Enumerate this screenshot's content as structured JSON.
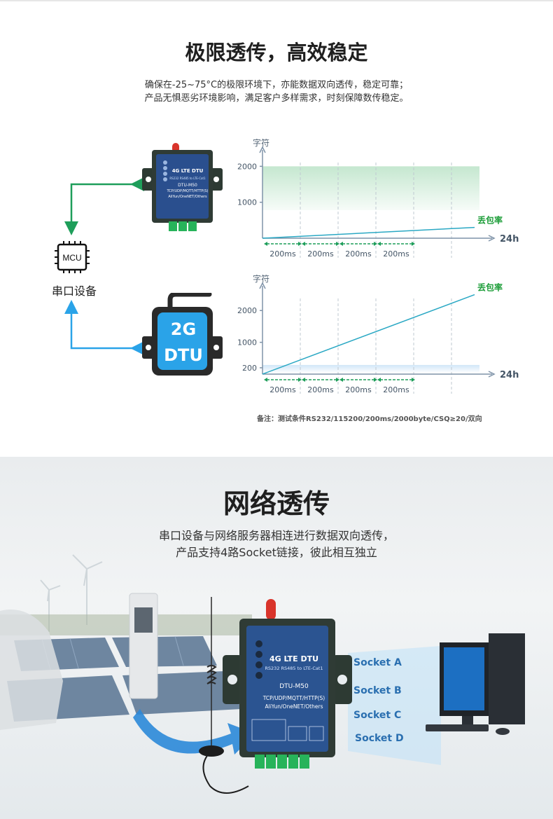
{
  "section1": {
    "title": "极限透传，高效稳定",
    "desc_line1": "确保在-25~75°C的极限环境下，亦能数据双向透传，稳定可靠；",
    "desc_line2": "产品无惧恶劣环境影响，满足客户多样需求，时刻保障数传稳定。",
    "mcu_label": "MCU",
    "serial_device_label": "串口设备",
    "dtu4g": {
      "title": "4G LTE DTU",
      "subtitle": "RS232 RS485 to LTE-Cat1",
      "model": "DTU-M50",
      "protocols": "TCP/UDP/MQTT/HTTP(S)",
      "clouds": "AliYun/OneNET/Others"
    },
    "dtu2g": {
      "line1": "2G",
      "line2": "DTU"
    },
    "note": "备注：测试条件RS232/115200/200ms/2000byte/CSQ≥20/双向"
  },
  "chart_data": [
    {
      "type": "line",
      "ylabel": "字符",
      "xlabel": "24h",
      "y_ticks": [
        "2000",
        "1000"
      ],
      "x_intervals": [
        "200ms",
        "200ms",
        "200ms",
        "200ms"
      ],
      "series": [
        {
          "name": "丢包率",
          "color": "#2aa8c4",
          "x": [
            0,
            24
          ],
          "y": [
            0,
            300
          ]
        }
      ],
      "band": {
        "color": "#2faa55",
        "ymax": 2000
      },
      "ylim": [
        0,
        2300
      ]
    },
    {
      "type": "line",
      "ylabel": "字符",
      "xlabel": "24h",
      "y_ticks": [
        "2000",
        "1000",
        "200"
      ],
      "x_intervals": [
        "200ms",
        "200ms",
        "200ms",
        "200ms"
      ],
      "series": [
        {
          "name": "丢包率",
          "color": "#2aa8c4",
          "x": [
            0,
            24
          ],
          "y": [
            0,
            2500
          ]
        }
      ],
      "band": {
        "color": "#5aa9e6",
        "ymax": 200
      },
      "ylim": [
        0,
        2600
      ]
    }
  ],
  "section2": {
    "title": "网络透传",
    "desc_line1": "串口设备与网络服务器相连进行数据双向透传，",
    "desc_line2": "产品支持4路Socket链接，彼此相互独立",
    "dtu": {
      "title": "4G LTE DTU",
      "subtitle": "RS232 RS485 to LTE-Cat1",
      "model": "DTU-M50",
      "protocols": "TCP/UDP/MQTT/HTTP(S)",
      "clouds": "AliYun/OneNET/Others"
    },
    "sockets": [
      "Socket A",
      "Socket B",
      "Socket C",
      "Socket D"
    ]
  },
  "colors": {
    "green_arrow": "#1e9e5a",
    "blue_arrow": "#2aa3e8",
    "axis": "#7f93a8",
    "series": "#2aa8c4",
    "label_green": "#1e9e3a"
  }
}
